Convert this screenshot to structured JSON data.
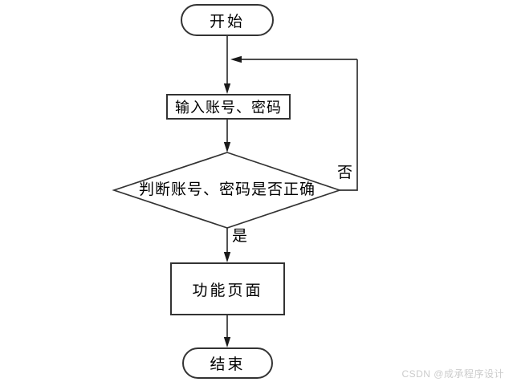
{
  "diagram": {
    "nodes": {
      "start": {
        "label": "开始"
      },
      "input": {
        "label": "输入账号、密码"
      },
      "decision": {
        "label": "判断账号、密码是否正确"
      },
      "function_page": {
        "label": "功能页面"
      },
      "end": {
        "label": "结束"
      }
    },
    "edge_labels": {
      "yes": "是",
      "no": "否"
    },
    "colors": {
      "line": "#333333",
      "node_background": "#ffffff",
      "text": "#000000",
      "watermark_text": "#cccccc"
    }
  },
  "watermark": {
    "text": "CSDN @成承程序设计"
  }
}
